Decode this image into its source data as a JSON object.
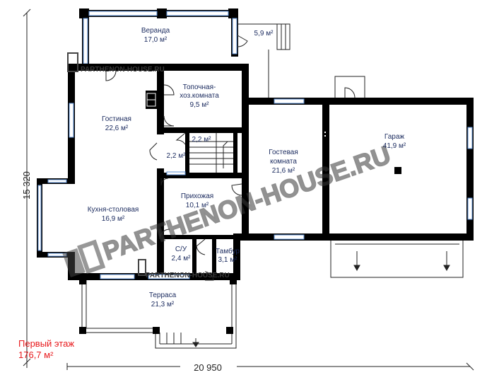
{
  "plan": {
    "rooms": [
      {
        "id": "veranda",
        "name": "Веранда",
        "area": "17,0 м²"
      },
      {
        "id": "small-porch",
        "name": "",
        "area": "5,9 м²"
      },
      {
        "id": "boiler",
        "name_line1": "Топочная-",
        "name_line2": "хоз.комната",
        "area": "9,5 м²"
      },
      {
        "id": "living",
        "name": "Гостиная",
        "area": "22,6 м²"
      },
      {
        "id": "hall-a",
        "name": "",
        "area": "2,2 м²"
      },
      {
        "id": "hall-b",
        "name": "",
        "area": "2,2 м²"
      },
      {
        "id": "guest",
        "name_line1": "Гостевая",
        "name_line2": "комната",
        "area": "21,6 м²"
      },
      {
        "id": "garage",
        "name": "Гараж",
        "area": "41,9 м²"
      },
      {
        "id": "entry",
        "name": "Прихожая",
        "area": "10,1 м²"
      },
      {
        "id": "kitchen",
        "name": "Кухня-столовая",
        "area": "16,9 м²"
      },
      {
        "id": "wc",
        "name": "С/У",
        "area": "2,4 м²"
      },
      {
        "id": "vestibule",
        "name": "Тамбур",
        "area": "3,1 м²"
      },
      {
        "id": "terrace",
        "name": "Терраса",
        "area": "21,3 м²"
      }
    ],
    "dimensions": {
      "height": "15 320",
      "width": "20 950"
    },
    "watermarks": {
      "small": "PARTHENON-HOUSE.RU",
      "large": "PARTHENON-HOUSE.RU"
    },
    "floor": {
      "name": "Первый этаж",
      "area": "176,7 м²"
    }
  },
  "colors": {
    "wall": "#000000",
    "window": "#5b8fd6",
    "label": "#1a2a5e",
    "caption": "#e8191c"
  }
}
